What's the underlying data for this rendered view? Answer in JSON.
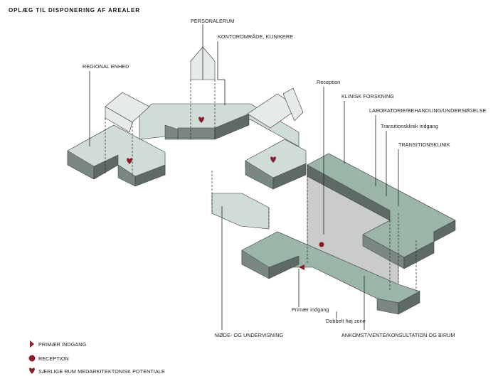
{
  "title": "OPLÆG TIL DISPONERING AF AREALER",
  "labels": {
    "personalerum": "PERSONALERUM",
    "kontoromraade": "KONTOROMRÅDE, KLINIKERE",
    "regional_enhed": "REGIONAL ENHED",
    "reception": "Reception",
    "klinisk_forskning": "KLINISK FORSKNING",
    "laboratorie": "LABORATORIE/BEHANDLING/UNDERSØGELSE",
    "transitionsklinik_indgang": "Transitionsklinik indgang",
    "transitionsklinik": "TRANSITIONSKLINIK",
    "primaer_indgang": "Primær indgang",
    "dobbelt_hoej_zone": "Dobbelt høj zone",
    "moede_undervisning": "MØDE- OG UNDERVISNING",
    "ankomst": "ANKOMST/VENTE/KONSULTATION OG BIRUM"
  },
  "legend": [
    {
      "symbol": "triangle-icon",
      "label": "PRIMÆR INDGANG"
    },
    {
      "symbol": "dot-icon",
      "label": "RECEPTION"
    },
    {
      "symbol": "heart-icon",
      "label": "SÆRLIGE RUM MEDARKITEKTONISK POTENTIALE"
    }
  ],
  "colors": {
    "accent": "#8a1c2b",
    "slab_light": "#cfddd6",
    "slab_dark": "#9bb6a9",
    "slab_side": "#5e6a66"
  }
}
